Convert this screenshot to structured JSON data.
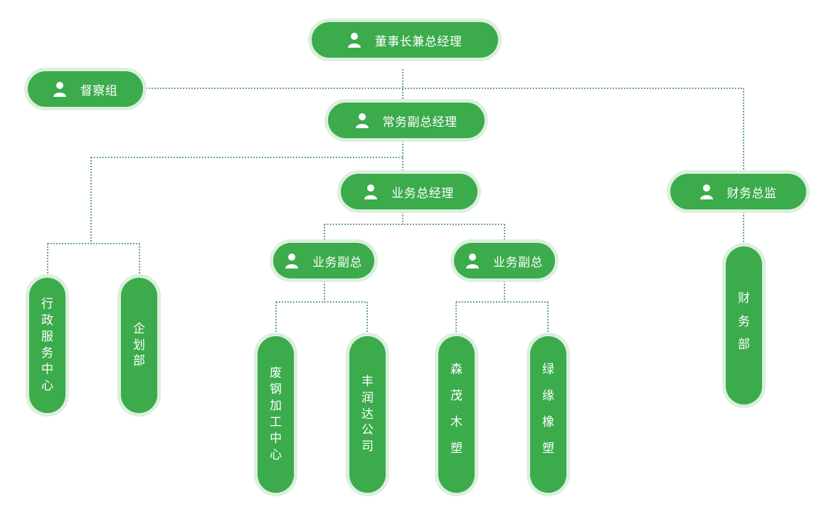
{
  "nodes": {
    "chairman": {
      "label": "董事长兼总经理",
      "icon": "person-icon"
    },
    "supervision": {
      "label": "督察组",
      "icon": "person-icon"
    },
    "exec_deputy": {
      "label": "常务副总经理",
      "icon": "person-icon"
    },
    "business_gm": {
      "label": "业务总经理",
      "icon": "person-icon"
    },
    "finance_director": {
      "label": "财务总监",
      "icon": "person-icon"
    },
    "business_deputy_1": {
      "label": "业务副总",
      "icon": "person-icon"
    },
    "business_deputy_2": {
      "label": "业务副总",
      "icon": "person-icon"
    },
    "admin_center": {
      "label": "行政服务中心"
    },
    "planning_dept": {
      "label": "企划部"
    },
    "scrap_steel_center": {
      "label": "废钢加工中心"
    },
    "fengrunda_company": {
      "label": "丰润达公司"
    },
    "senmao_wood_plastic": {
      "label": "森茂木塑"
    },
    "lvyuan_rubber_plastic": {
      "label": "绿缘橡塑"
    },
    "finance_dept": {
      "label": "财务部"
    }
  },
  "colors": {
    "node_fill": "#3bab4b",
    "node_halo": "#dcefdf",
    "connector": "#4a8f6a",
    "text": "#ffffff"
  }
}
